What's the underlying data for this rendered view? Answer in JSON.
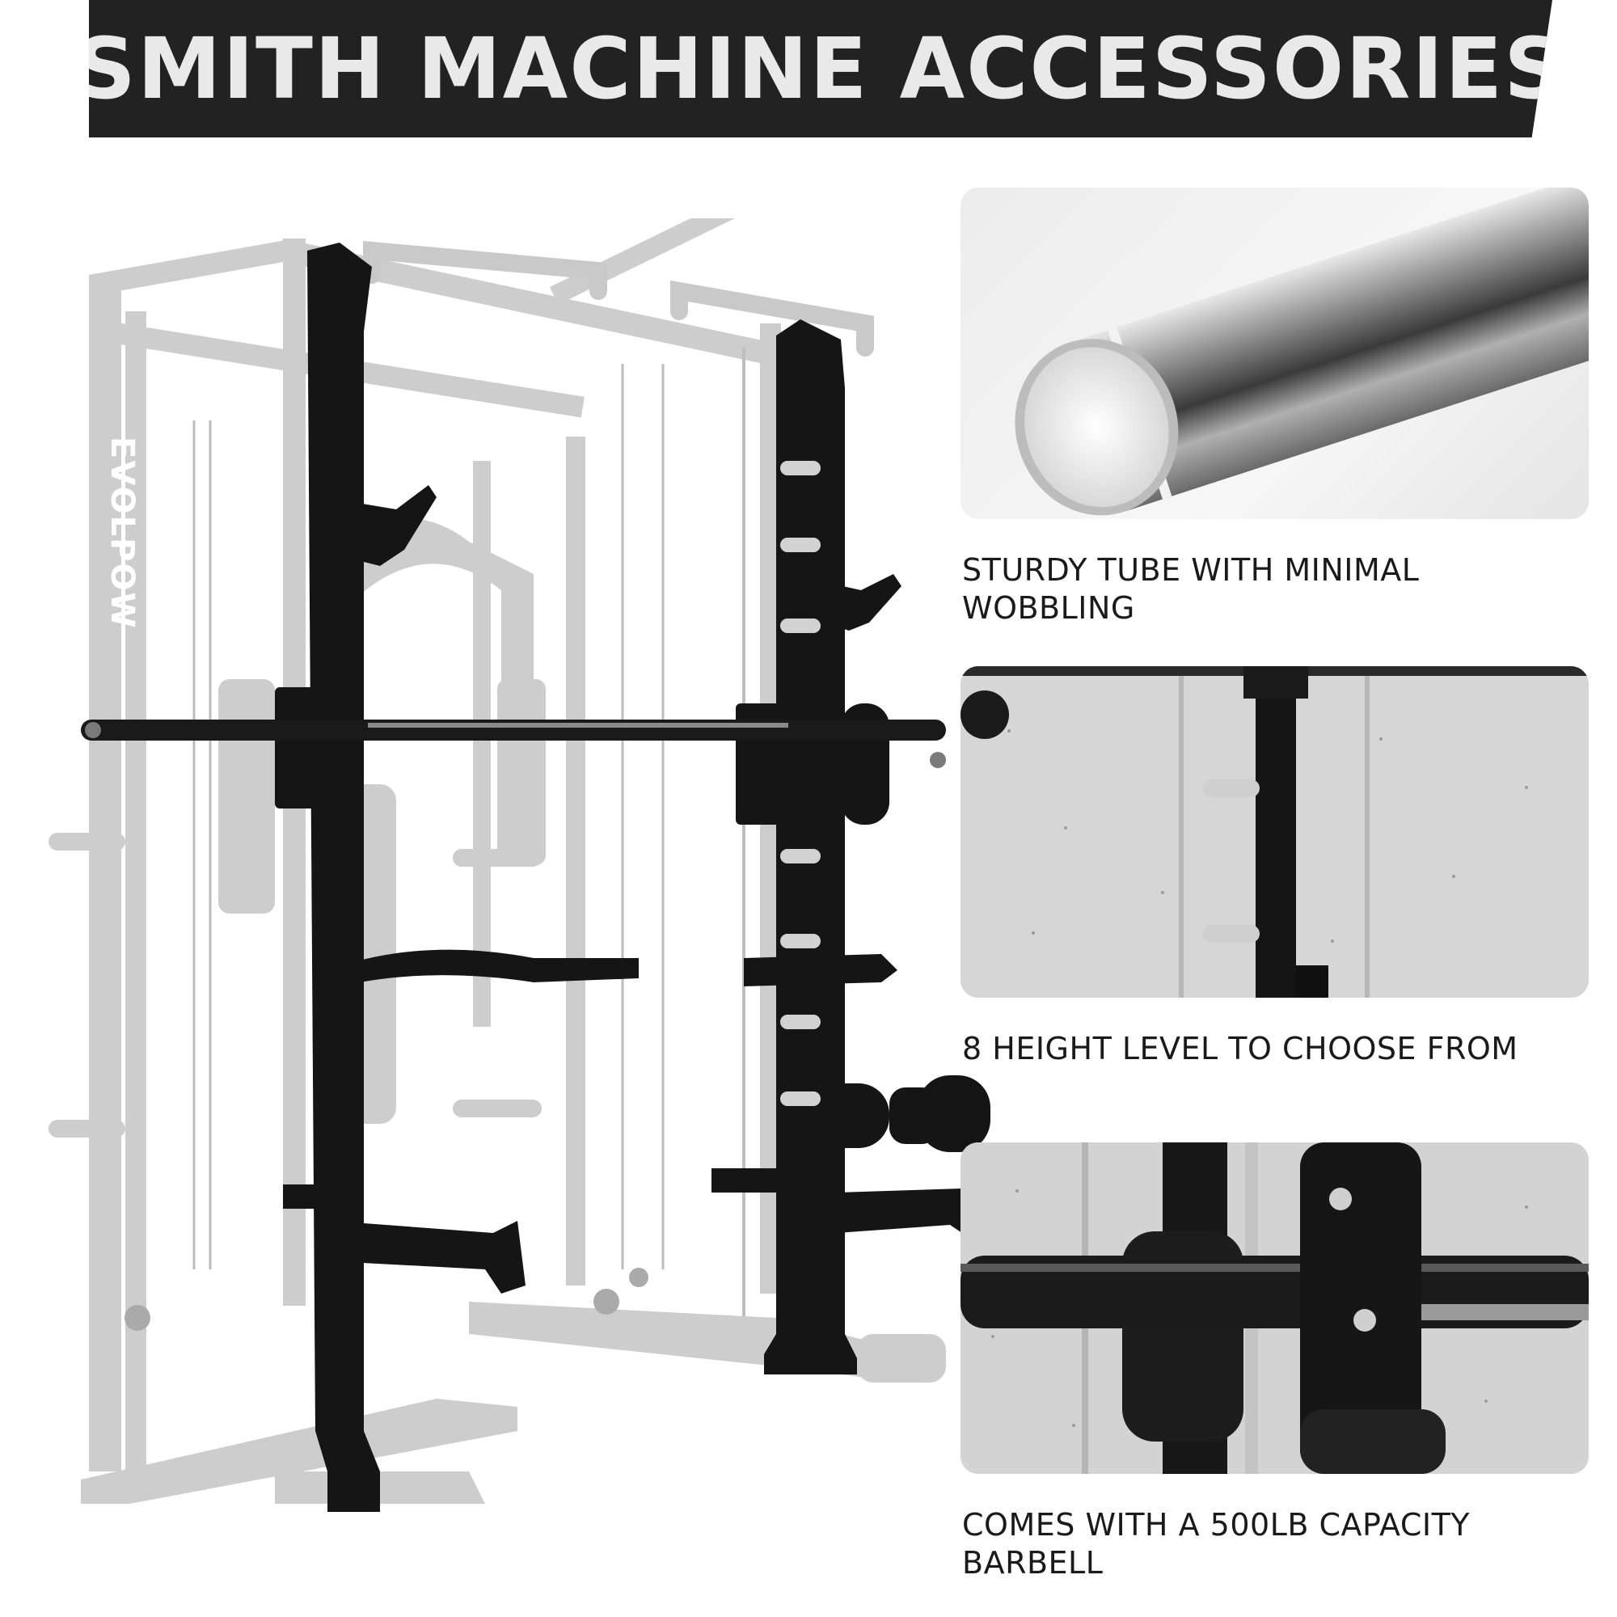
{
  "banner": {
    "title": "SMITH MACHINE ACCESSORIES"
  },
  "machine": {
    "brand": "EVOLPOW"
  },
  "features": [
    {
      "caption": "STURDY TUBE WITH MINIMAL WOBBLING",
      "icon": "barbell-end-photo"
    },
    {
      "caption": "8 HEIGHT LEVEL TO CHOOSE FROM",
      "icon": "rack-holes-photo"
    },
    {
      "caption": "COMES WITH A 500LB CAPACITY BARBELL",
      "icon": "barbell-carriage-photo"
    }
  ],
  "colors": {
    "banner_bg": "#222222",
    "banner_text": "#e9e9e9",
    "frame_gray": "#c9c9c9",
    "accessory_black": "#151515"
  }
}
